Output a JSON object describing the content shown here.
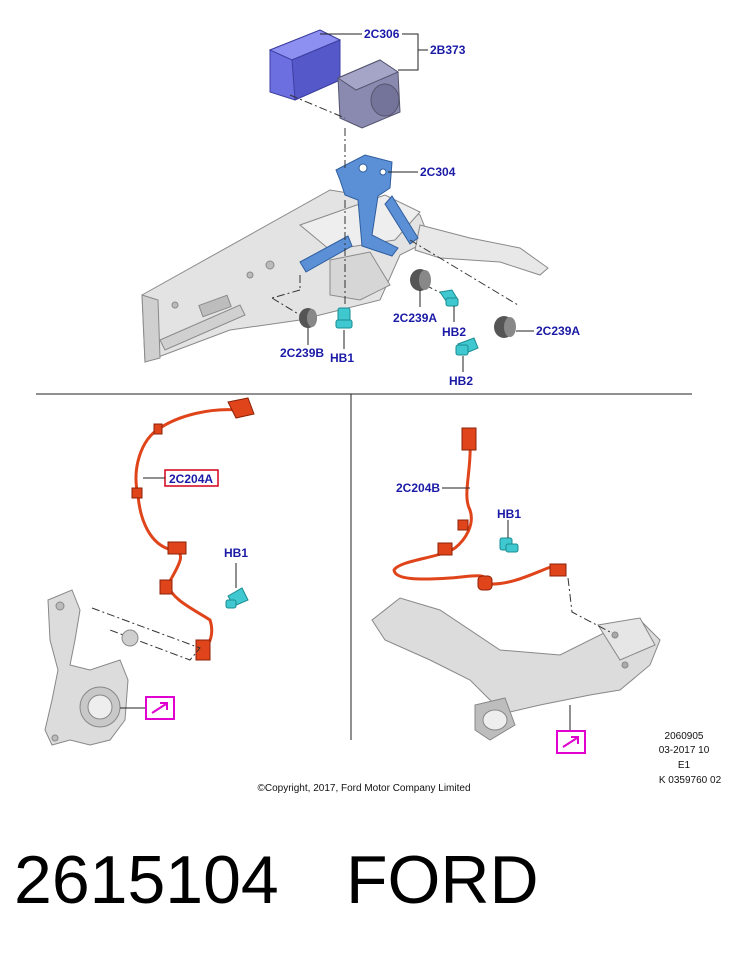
{
  "callouts": {
    "c2C306": "2C306",
    "c2B373": "2B373",
    "c2C304": "2C304",
    "c2C239A_1": "2C239A",
    "c2C239A_2": "2C239A",
    "c2C239B": "2C239B",
    "cHB1_top": "HB1",
    "cHB2_1": "HB2",
    "cHB2_2": "HB2",
    "c2C204A": "2C204A",
    "cHB1_left": "HB1",
    "c2C204B": "2C204B",
    "cHB1_right": "HB1"
  },
  "stamp": {
    "line1": "2060905",
    "line2": "03-2017 10",
    "line3": "E1",
    "line4": "K 0359760 02"
  },
  "copyright": "©Copyright, 2017, Ford Motor Company Limited",
  "footer": {
    "part_number": "2615104",
    "brand": "FORD"
  },
  "colors": {
    "callout_text": "#1a1aa6",
    "highlight_box": "#d4001a",
    "reference_icon": "#e000d0",
    "sensor_harness": "#e0441a",
    "bracket": "#5b8fd6",
    "fastener": "#3fc8d0",
    "module": "#6b6fe0",
    "pump": "#8a8ab0",
    "structure": "#d9d9d9"
  }
}
